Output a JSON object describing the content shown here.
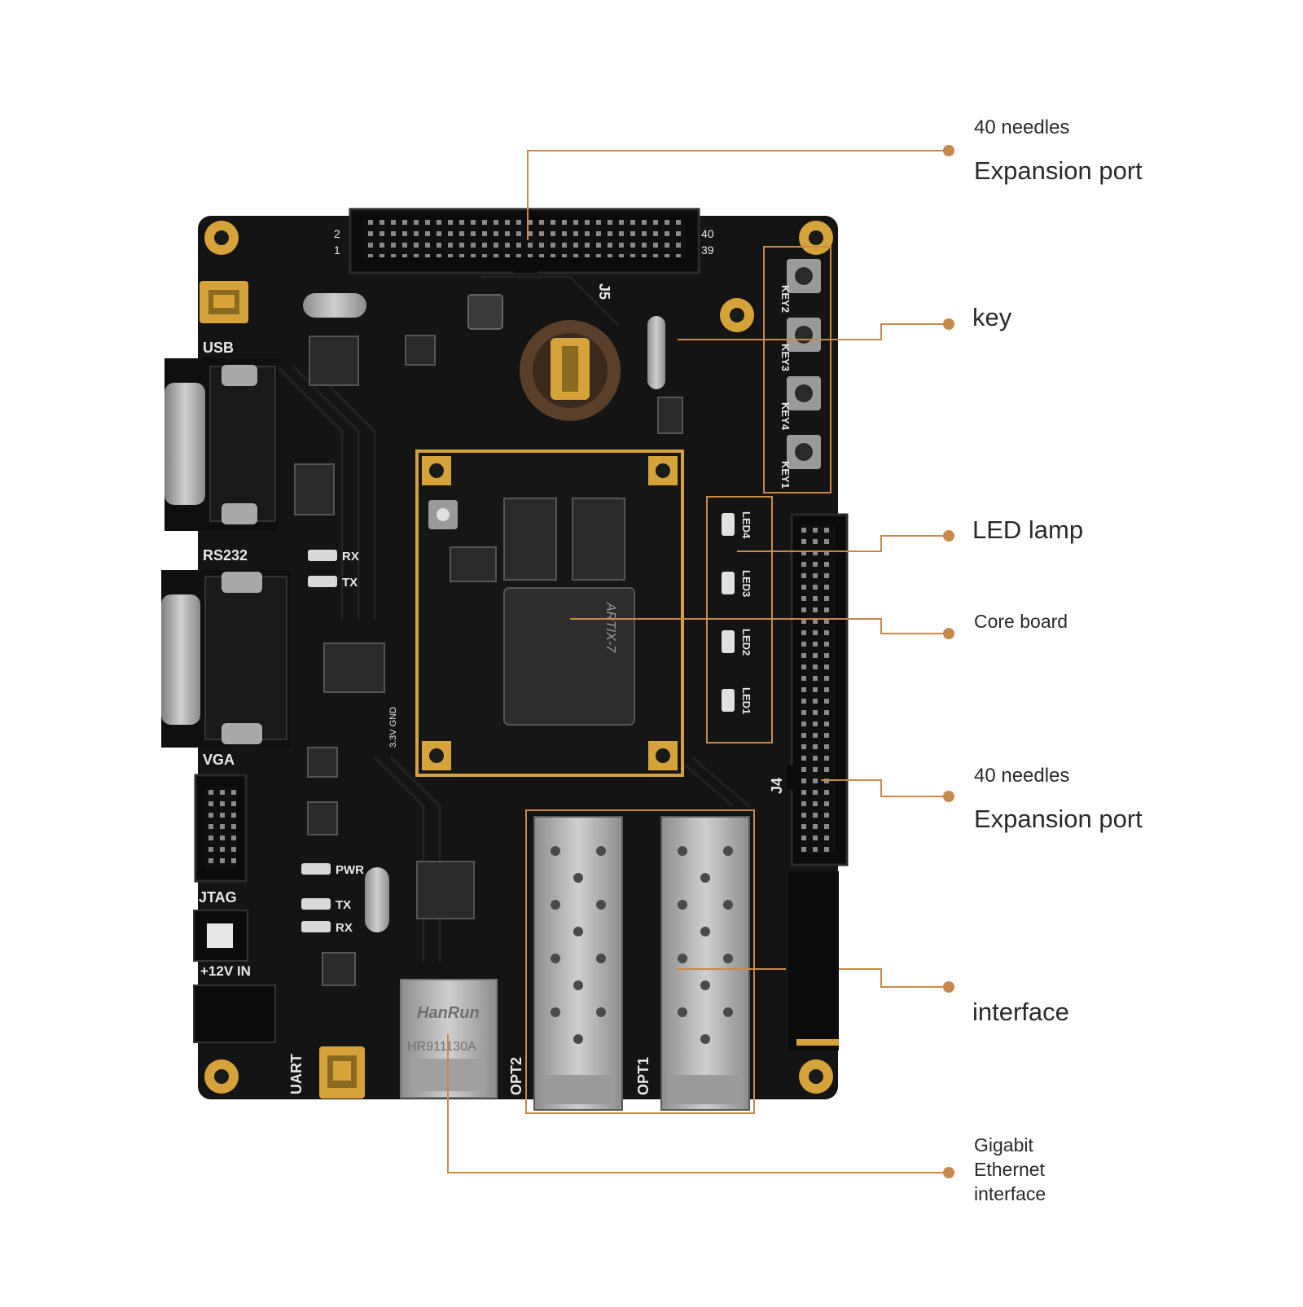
{
  "colors": {
    "pcb": "#141414",
    "pcb_trace": "#1f1f1f",
    "leader": "#c9894a",
    "gold": "#d6a33a",
    "silk": "#e8e8e8",
    "metal": "#b9b9b9"
  },
  "board_labels": {
    "usb": "USB",
    "rs232": "RS232",
    "vga": "VGA",
    "jtag": "JTAG",
    "power_in": "+12V IN",
    "uart": "UART",
    "opt2": "OPT2",
    "opt1": "OPT1",
    "j5": "J5",
    "j4": "J4",
    "rx_top": "RX",
    "tx_top": "TX",
    "pwr": "PWR",
    "tx_bottom": "TX",
    "rx_bottom": "RX",
    "key1": "KEY1",
    "key2": "KEY2",
    "key3": "KEY3",
    "key4": "KEY4",
    "led1": "LED1",
    "led2": "LED2",
    "led3": "LED3",
    "led4": "LED4",
    "pin2": "2",
    "pin1": "1",
    "pin40": "40",
    "pin39": "39",
    "ethernet_brand": "HanRun",
    "ethernet_model": "HR911130A",
    "fpga_brand": "ARTIX-7",
    "supply": "3.3V GND"
  },
  "callouts": {
    "expansion_top_line1": "40 needles",
    "expansion_top_line2": "Expansion port",
    "key": "key",
    "led_lamp": "LED lamp",
    "core_board": "Core board",
    "expansion_bottom_line1": "40 needles",
    "expansion_bottom_line2": "Expansion port",
    "interface": "interface",
    "ethernet_line1": "Gigabit",
    "ethernet_line2": "Ethernet",
    "ethernet_line3": "interface"
  }
}
